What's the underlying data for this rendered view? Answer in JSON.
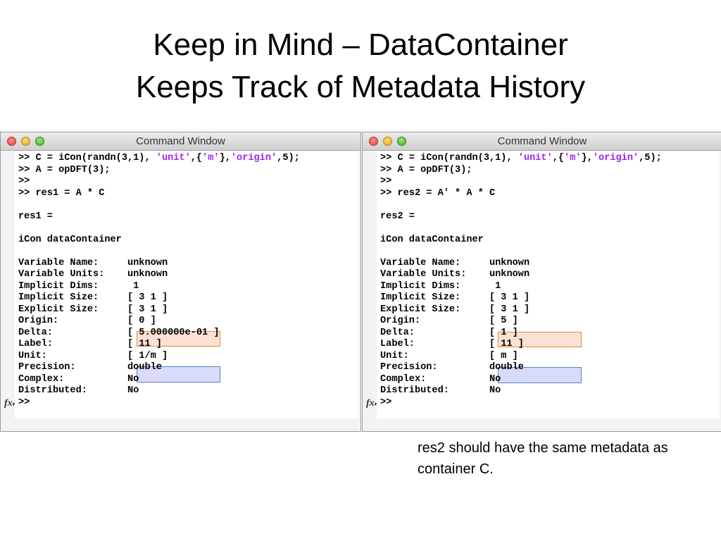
{
  "slide": {
    "title_line1": "Keep in Mind – DataContainer",
    "title_line2": "Keeps Track of Metadata History",
    "note": "res2 should have the same metadata as container C."
  },
  "windows": [
    {
      "title": "Command Window",
      "lines": [
        [
          ">> C = iCon(randn(3,1), ",
          {
            "s": "'unit'"
          },
          ",{",
          {
            "s": "'m'"
          },
          "},",
          {
            "s": "'origin'"
          },
          ",5);"
        ],
        [
          ">> A = opDFT(3);"
        ],
        [
          ">>"
        ],
        [
          ">> res1 = A * C"
        ],
        [
          ""
        ],
        [
          "res1 ="
        ],
        [
          ""
        ],
        [
          "iCon dataContainer"
        ],
        [
          ""
        ],
        [
          "Variable Name:     unknown"
        ],
        [
          "Variable Units:    unknown"
        ],
        [
          "Implicit Dims:      1"
        ],
        [
          "Implicit Size:     [ 3 1 ]"
        ],
        [
          "Explicit Size:     [ 3 1 ]"
        ],
        [
          "Origin:            [ 0 ]"
        ],
        [
          "Delta:             [ 5.000000e-01 ]"
        ],
        [
          "Label:             [ 11 ]"
        ],
        [
          "Unit:              [ 1/m ]"
        ],
        [
          "Precision:         double"
        ],
        [
          "Complex:           No"
        ],
        [
          "Distributed:       No"
        ],
        [
          ">>"
        ]
      ]
    },
    {
      "title": "Command Window",
      "lines": [
        [
          ">> C = iCon(randn(3,1), ",
          {
            "s": "'unit'"
          },
          ",{",
          {
            "s": "'m'"
          },
          "},",
          {
            "s": "'origin'"
          },
          ",5);"
        ],
        [
          ">> A = opDFT(3);"
        ],
        [
          ">>"
        ],
        [
          ">> res2 = A' * A * C"
        ],
        [
          ""
        ],
        [
          "res2 ="
        ],
        [
          ""
        ],
        [
          "iCon dataContainer"
        ],
        [
          ""
        ],
        [
          "Variable Name:     unknown"
        ],
        [
          "Variable Units:    unknown"
        ],
        [
          "Implicit Dims:      1"
        ],
        [
          "Implicit Size:     [ 3 1 ]"
        ],
        [
          "Explicit Size:     [ 3 1 ]"
        ],
        [
          "Origin:            [ 5 ]"
        ],
        [
          "Delta:             [ 1 ]"
        ],
        [
          "Label:             [ 11 ]"
        ],
        [
          "Unit:              [ m ]"
        ],
        [
          "Precision:         double"
        ],
        [
          "Complex:           No"
        ],
        [
          "Distributed:       No"
        ],
        [
          ">>"
        ]
      ]
    }
  ],
  "colors": {
    "string": "#a020f0",
    "highlight_origin": "#e2893f",
    "highlight_unit": "#5b7fd0"
  },
  "icons": [
    "close-icon",
    "minimize-icon",
    "maximize-icon",
    "fx-icon",
    "scroll-arrow-icon"
  ]
}
